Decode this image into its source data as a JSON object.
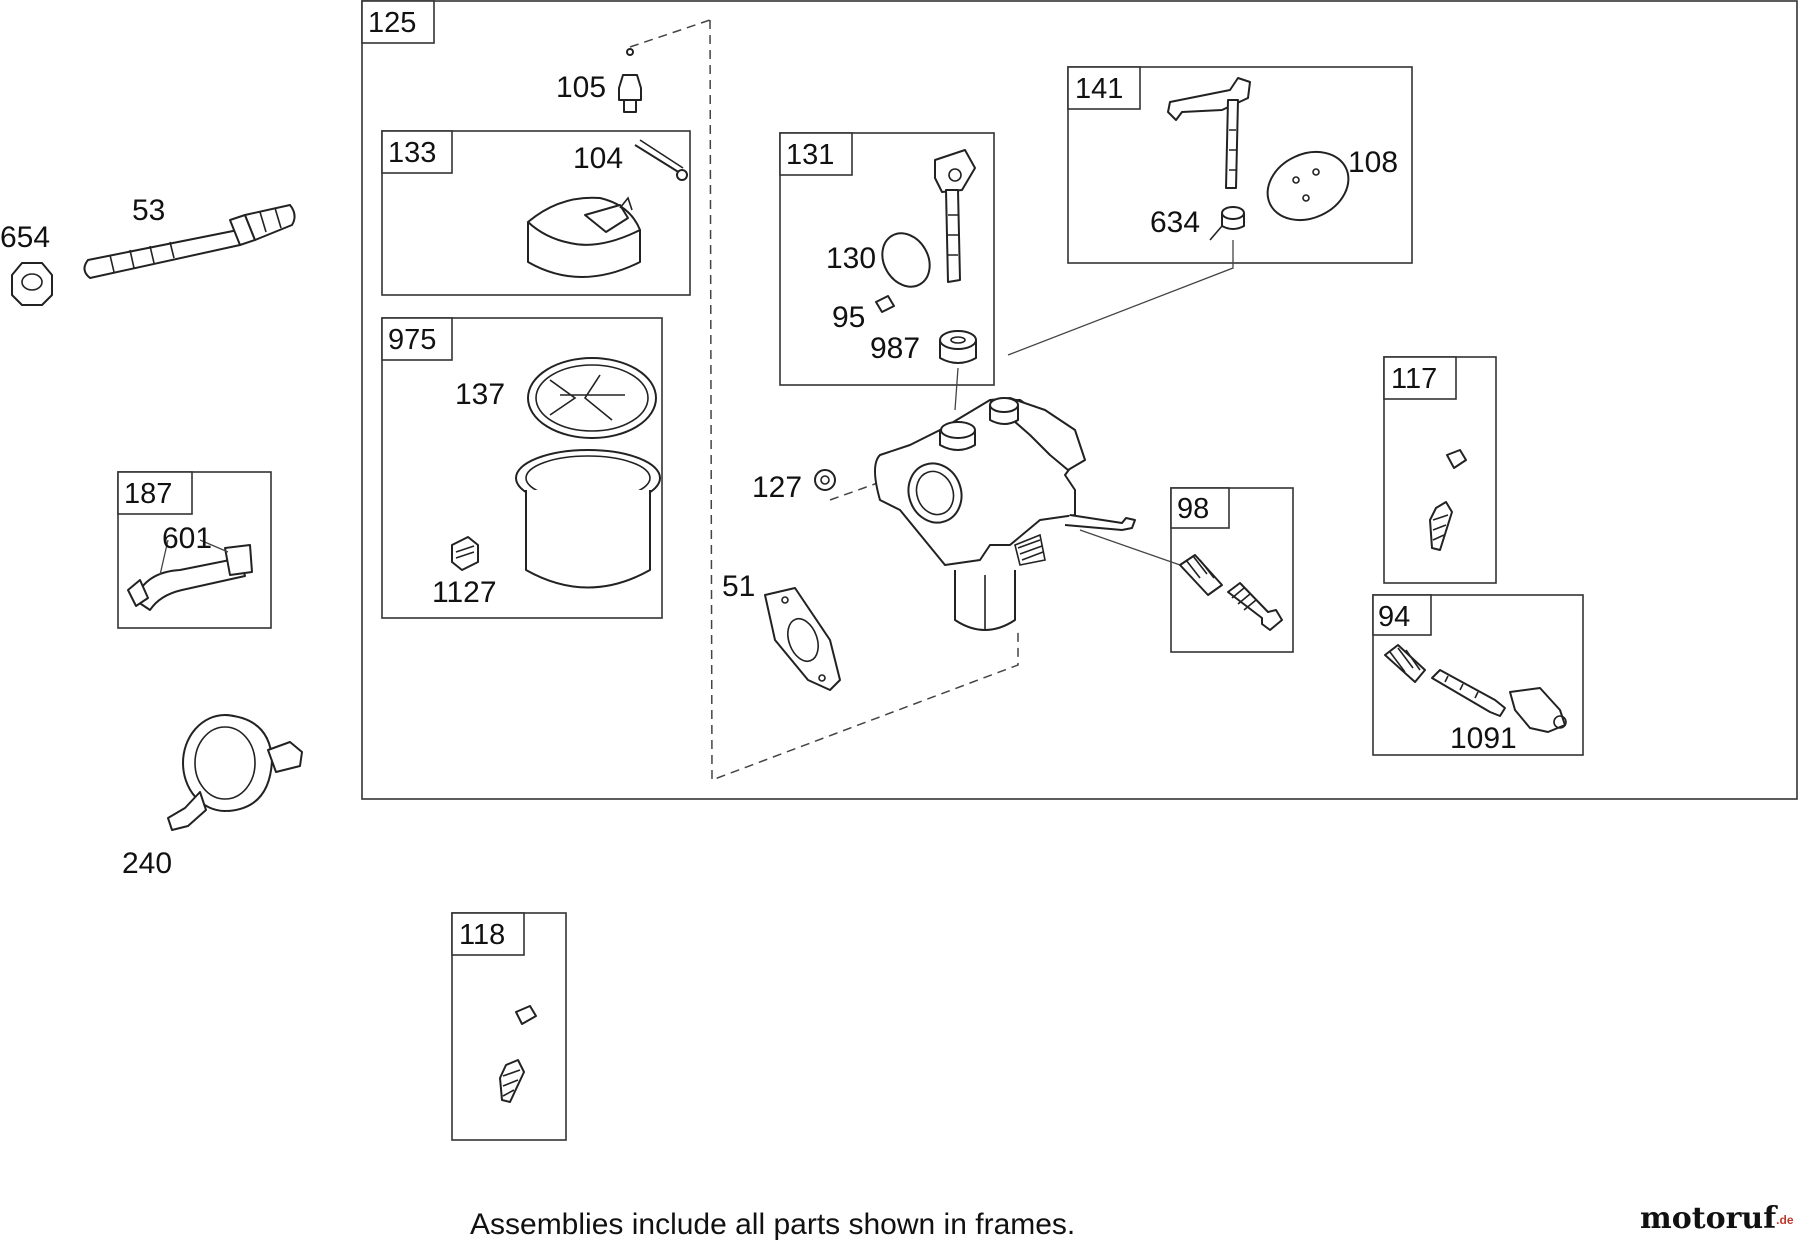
{
  "frames": {
    "f125": "125",
    "f133": "133",
    "f975": "975",
    "f131": "131",
    "f141": "141",
    "f117": "117",
    "f98": "98",
    "f94": "94",
    "f187": "187",
    "f118": "118"
  },
  "parts": {
    "p654": "654",
    "p53": "53",
    "p105": "105",
    "p104": "104",
    "p137": "137",
    "p1127": "1127",
    "p130": "130",
    "p95": "95",
    "p987": "987",
    "p634": "634",
    "p108": "108",
    "p127": "127",
    "p51": "51",
    "p1091": "1091",
    "p601": "601",
    "p240": "240"
  },
  "footer": {
    "note": "Assemblies include all parts shown in frames.",
    "brand": "motoruf",
    "brand_suffix": ".de",
    "brand_color_main": "#2a3f8f",
    "brand_color_accent": "#c0392b"
  }
}
